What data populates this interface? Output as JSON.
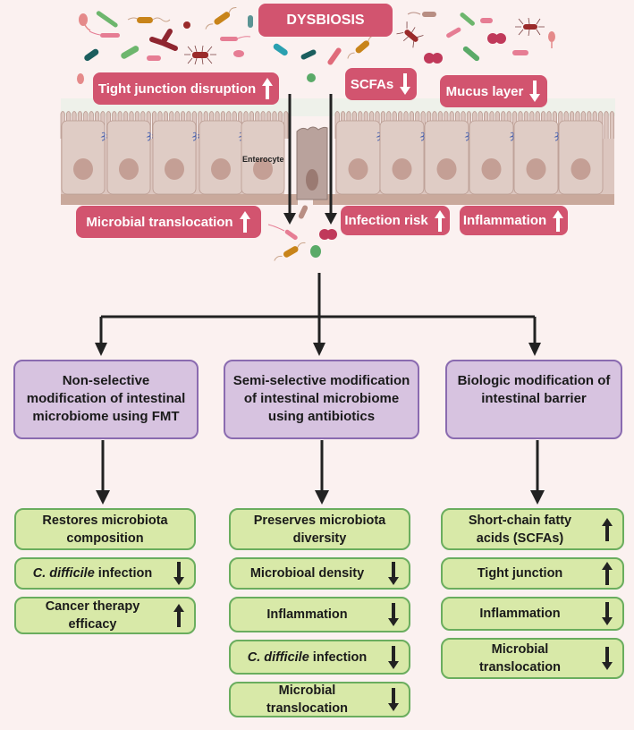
{
  "title": "DYSBIOSIS",
  "effects": {
    "tight_junction": {
      "label": "Tight junction disruption",
      "direction": "up"
    },
    "scfas": {
      "label": "SCFAs",
      "direction": "down"
    },
    "mucus": {
      "label": "Mucus layer",
      "direction": "down"
    },
    "translocation": {
      "label": "Microbial translocation",
      "direction": "up"
    },
    "infection": {
      "label": "Infection risk",
      "direction": "up"
    },
    "inflammation": {
      "label": "Inflammation",
      "direction": "up"
    }
  },
  "cell_label": "Enterocyte",
  "colors": {
    "background": "#fbf1f0",
    "red_box": "#d2546f",
    "purple_box": "#d7c3e0",
    "purple_border": "#8a6bb0",
    "green_box": "#d8e9a8",
    "green_border": "#6aad5e",
    "arrow": "#222222"
  },
  "strategies": [
    {
      "label": "Non-selective modification of intestinal microbiome using FMT",
      "line1": "Non-selective",
      "line2": "modification of intestinal",
      "line3": "microbiome using FMT",
      "outcomes": [
        {
          "line1": "Restores microbiota",
          "line2": "composition",
          "direction": "none"
        },
        {
          "italic": "C. difficile",
          "rest": " infection",
          "direction": "down"
        },
        {
          "line1": "Cancer therapy",
          "line2": "efficacy",
          "direction": "up"
        }
      ]
    },
    {
      "label": "Semi-selective modification of intestinal microbiome using antibiotics",
      "line1": "Semi-selective modification",
      "line2": "of intestinal microbiome",
      "line3": "using antibiotics",
      "outcomes": [
        {
          "line1": "Preserves microbiota",
          "line2": "diversity",
          "direction": "none"
        },
        {
          "line1": "Microbioal density",
          "direction": "down"
        },
        {
          "line1": "Inflammation",
          "direction": "down"
        },
        {
          "italic": "C. difficile",
          "rest": " infection",
          "direction": "down"
        },
        {
          "line1": "Microbial",
          "line2": "translocation",
          "direction": "down"
        }
      ]
    },
    {
      "label": "Biologic modification of intestinal barrier",
      "line1": "Biologic modification of",
      "line2": "intestinal barrier",
      "line3": "",
      "outcomes": [
        {
          "line1": "Short-chain fatty",
          "line2": "acids (SCFAs)",
          "direction": "up"
        },
        {
          "line1": "Tight junction",
          "direction": "up"
        },
        {
          "line1": "Inflammation",
          "direction": "down"
        },
        {
          "line1": "Microbial",
          "line2": "translocation",
          "direction": "down"
        }
      ]
    }
  ]
}
